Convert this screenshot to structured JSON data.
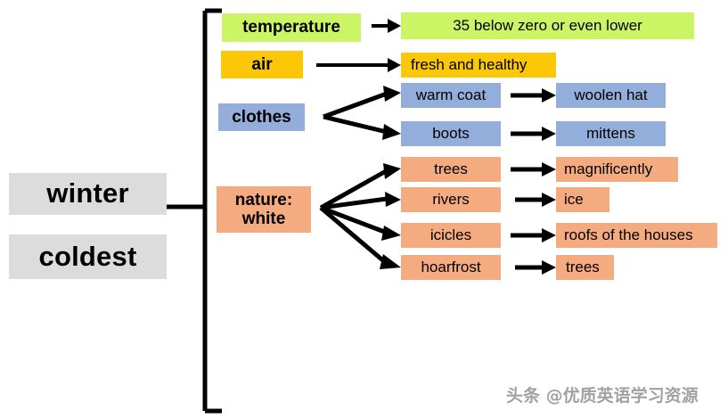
{
  "diagram": {
    "title_terms": [
      {
        "label": "winter"
      },
      {
        "label": "coldest"
      }
    ],
    "branches": [
      {
        "key": "temperature",
        "category": "temperature",
        "color": "#ccf566",
        "items": [
          {
            "first": "35 below zero or even lower",
            "second": null
          }
        ]
      },
      {
        "key": "air",
        "category": "air",
        "color": "#fbc707",
        "items": [
          {
            "first": "fresh and healthy",
            "second": null
          }
        ]
      },
      {
        "key": "clothes",
        "category": "clothes",
        "color": "#93aedb",
        "items": [
          {
            "first": "warm coat",
            "second": "woolen hat"
          },
          {
            "first": "boots",
            "second": "mittens"
          }
        ]
      },
      {
        "key": "nature",
        "category": "nature:\nwhite",
        "category_line1": "nature:",
        "category_line2": "white",
        "color": "#f4ab7f",
        "items": [
          {
            "first": "trees",
            "second": "magnificently"
          },
          {
            "first": "rivers",
            "second": "ice"
          },
          {
            "first": "icicles",
            "second": "roofs of the houses"
          },
          {
            "first": "hoarfrost",
            "second": "trees"
          }
        ]
      }
    ],
    "watermark": "头条 @优质英语学习资源"
  }
}
